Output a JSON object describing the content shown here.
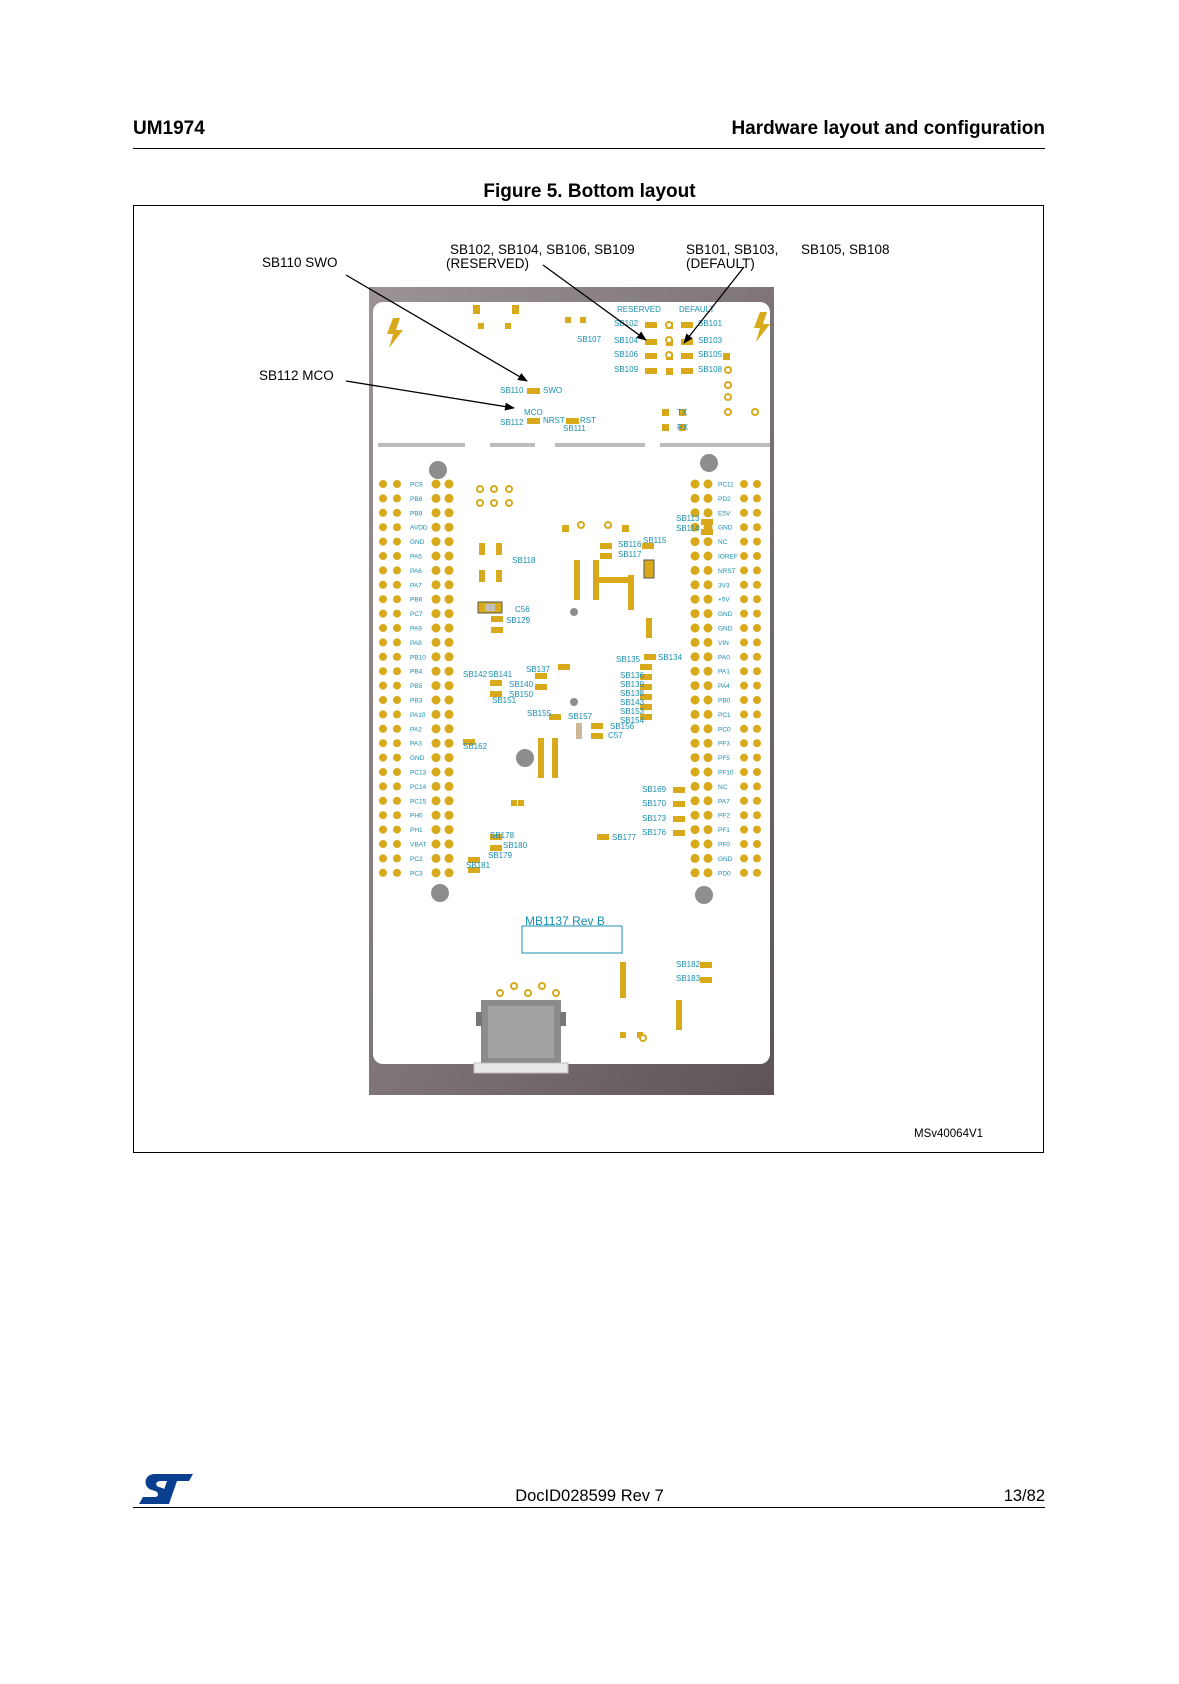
{
  "header": {
    "doc_id": "UM1974",
    "section": "Hardware layout and configuration"
  },
  "figure": {
    "title": "Figure 5. Bottom layout",
    "ref_code": "MSv40064V1",
    "callouts": {
      "swo": "SB110 SWO",
      "mco": "SB112 MCO",
      "reserved_list": "SB102, SB104, SB106, SB109",
      "reserved_tag": "(RESERVED)",
      "default_list": "SB101, SB103,",
      "default_tag": "(DEFAULT)",
      "default_extra": "SB105, SB108"
    },
    "board": {
      "name": "MB1137  Rev B",
      "silk_reserved": "RESERVED",
      "silk_default": "DEFAULT",
      "left_pins": [
        "PC9",
        "PB8",
        "PB9",
        "AVDD",
        "GND",
        "PA5",
        "PA6",
        "PA7",
        "PB6",
        "PC7",
        "PA9",
        "PA8",
        "PB10",
        "PB4",
        "PB5",
        "PB3",
        "PA10",
        "PA2",
        "PA3",
        "GND",
        "PC13",
        "PC14",
        "PC15",
        "PH0",
        "PH1",
        "VBAT",
        "PC2",
        "PC3"
      ],
      "right_pins": [
        "PC11",
        "PD2",
        "E5V",
        "GND",
        "NC",
        "IOREF",
        "NRST",
        "3V3",
        "+5V",
        "GND",
        "GND",
        "VIN",
        "PA0",
        "PA1",
        "PA4",
        "PB0",
        "PC1",
        "PC0",
        "PF3",
        "PF5",
        "PF10",
        "NC",
        "PA7",
        "PF2",
        "PF1",
        "PF0",
        "GND",
        "PD0"
      ],
      "sb_labels": {
        "sb101": "SB101",
        "sb102": "SB102",
        "sb103": "SB103",
        "sb104": "SB104",
        "sb105": "SB105",
        "sb106": "SB106",
        "sb107": "SB107",
        "sb108": "SB108",
        "sb109": "SB109",
        "sb110": "SB110",
        "swo": "SWO",
        "mco": "MCO",
        "sb112": "SB112",
        "nrst": "NRST",
        "rst": "RST",
        "sb111": "SB111",
        "tx": "TX",
        "rx": "RX",
        "sb113": "SB113",
        "sb114": "SB114",
        "sb115": "SB115",
        "sb116": "SB116",
        "sb117": "SB117",
        "sb118": "SB118",
        "c56": "C56",
        "sb129": "SB129",
        "sb134": "SB134",
        "sb135": "SB135",
        "sb137": "SB137",
        "sb140": "SB140",
        "sb150": "SB150",
        "sb151": "SB151",
        "sb142": "SB142",
        "sb141": "SB141",
        "sb155": "SB155",
        "sb157": "SB157",
        "sb156": "SB156",
        "c57": "C57",
        "sb136": "SB136",
        "sb139": "SB139",
        "sb138": "SB138",
        "sb143": "SB143",
        "sb153": "SB153",
        "sb154": "SB154",
        "sb162": "SB162",
        "sb169": "SB169",
        "sb170": "SB170",
        "sb173": "SB173",
        "sb176": "SB176",
        "sb177": "SB177",
        "sb178": "SB178",
        "sb180": "SB180",
        "sb179": "SB179",
        "sb181": "SB181",
        "sb182": "SB182",
        "sb183": "SB183"
      }
    }
  },
  "footer": {
    "doc_ref": "DocID028599 Rev 7",
    "page": "13/82"
  },
  "colors": {
    "board_bg": "#8a7f82",
    "board_face": "#ffffff",
    "pad": "#d9a91c",
    "silk": "#1a8fb0"
  }
}
